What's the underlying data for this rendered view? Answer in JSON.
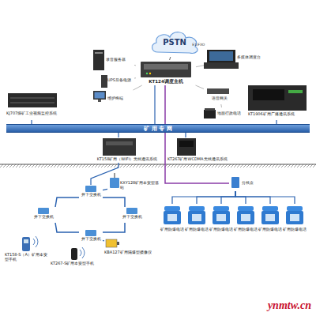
{
  "diagram": {
    "nodes": [
      {
        "text": [
          "PSTN"
        ]
      },
      {
        "text": [
          "录音服务器"
        ]
      },
      {
        "text": [
          "KT124调度主机"
        ]
      },
      {
        "text": [
          "多媒体调度台"
        ]
      },
      {
        "text": [
          "UPS后备电源"
        ]
      },
      {
        "text": [
          "维护终端"
        ]
      },
      {
        "text": [
          "语音网关"
        ]
      },
      {
        "text": [
          "地面行政电话"
        ]
      },
      {
        "text": [
          "KJ707煤矿工业视频监控系统"
        ]
      },
      {
        "text": [
          "KT1906矿用广播通讯系统"
        ]
      },
      {
        "text": [
          "矿 用 专 网"
        ]
      },
      {
        "text": [
          "KT158矿用（WIFI）无线通讯系统"
        ]
      },
      {
        "text": [
          "KT267矿用WCDMA无线通讯系统"
        ]
      },
      {
        "text": [
          "KXY128矿用本安型基站"
        ]
      },
      {
        "text": [
          "井下交换机"
        ]
      },
      {
        "text": [
          "井下交换机"
        ]
      },
      {
        "text": [
          "井下交换机"
        ]
      },
      {
        "text": [
          "井下交换机"
        ]
      },
      {
        "text": [
          "分线盒"
        ]
      },
      {
        "text": [
          "KBA127矿用隔爆型摄像仪"
        ]
      },
      {
        "text": [
          "KT158-S（A）矿用本安型手机"
        ]
      },
      {
        "text": [
          "KT267-S矿用本安型手机"
        ]
      },
      {
        "text": [
          "矿用防爆电话"
        ]
      },
      {
        "text": [
          "矿用防爆电话"
        ]
      },
      {
        "text": [
          "矿用防爆电话"
        ]
      },
      {
        "text": [
          "矿用防爆电话"
        ]
      },
      {
        "text": [
          "矿用防爆电话"
        ]
      },
      {
        "text": [
          "矿用防爆电话"
        ]
      }
    ],
    "edges": [
      {
        "from": 0,
        "to": 2,
        "arrow": "none",
        "label": "E1/FXO"
      },
      {
        "from": 1,
        "to": 2,
        "arrow": "none"
      },
      {
        "from": 4,
        "to": 2,
        "arrow": "none"
      },
      {
        "from": 5,
        "to": 2,
        "arrow": "none"
      },
      {
        "from": 3,
        "to": 2,
        "arrow": "none"
      },
      {
        "from": 6,
        "to": 2,
        "arrow": "none"
      },
      {
        "from": 7,
        "to": 6,
        "arrow": "none"
      },
      {
        "from": 2,
        "to": 10,
        "arrow": "none"
      },
      {
        "from": 8,
        "to": 10,
        "arrow": "none"
      },
      {
        "from": 9,
        "to": 10,
        "arrow": "none"
      },
      {
        "from": 11,
        "to": 10,
        "arrow": "none"
      },
      {
        "from": 12,
        "to": 10,
        "arrow": "none"
      },
      {
        "from": 2,
        "to": 18,
        "arrow": "none"
      },
      {
        "from": 11,
        "to": 14,
        "arrow": "none"
      },
      {
        "from": 14,
        "to": 15,
        "arrow": "none"
      },
      {
        "from": 15,
        "to": 17,
        "arrow": "none"
      },
      {
        "from": 17,
        "to": 16,
        "arrow": "none"
      },
      {
        "from": 16,
        "to": 14,
        "arrow": "none"
      },
      {
        "from": 13,
        "to": 14,
        "arrow": "none"
      },
      {
        "from": 19,
        "to": 17,
        "arrow": "none"
      },
      {
        "from": 18,
        "to": 22,
        "arrow": "none"
      },
      {
        "from": 18,
        "to": 23,
        "arrow": "none"
      },
      {
        "from": 18,
        "to": 24,
        "arrow": "none"
      },
      {
        "from": 18,
        "to": 25,
        "arrow": "none"
      },
      {
        "from": 18,
        "to": 26,
        "arrow": "none"
      },
      {
        "from": 18,
        "to": 27,
        "arrow": "none"
      }
    ],
    "labels": [
      "ynmtw.cn"
    ]
  }
}
